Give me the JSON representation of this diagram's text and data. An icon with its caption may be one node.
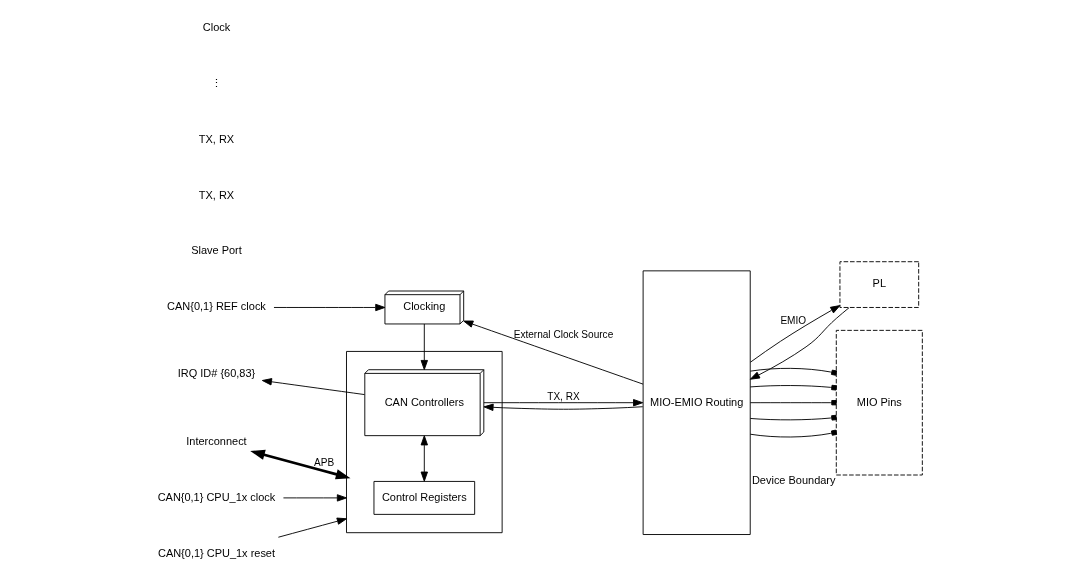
{
  "diagram": {
    "nodes": [
      {
        "text": [],
        "shape": "box"
      },
      {
        "text": [
          "CAN Controllers"
        ],
        "in": 0
      },
      {
        "text": [
          "Control Registers"
        ],
        "in": 0
      },
      {
        "text": [
          "MIO-EMIO Routing"
        ]
      },
      {
        "text": [
          "PL"
        ]
      },
      {
        "text": [
          "Clocking"
        ]
      },
      {
        "text": [
          "IRQ ID# {60,83}"
        ]
      },
      {
        "text": [
          "Interconnect"
        ]
      },
      {
        "text": [
          "CAN{0,1} CPU_1x clock"
        ]
      },
      {
        "text": [
          "CAN{0,1} CPU_1x reset"
        ]
      },
      {
        "text": [
          "CAN{0,1} REF clock"
        ]
      },
      {
        "text": [
          "MIO Pins"
        ],
        "beside": [
          "Device Boundary"
        ]
      }
    ],
    "edges": [
      {
        "from": 1,
        "to": 6,
        "arrow": "to"
      },
      {
        "from": 7,
        "to": 0,
        "arrow": "both",
        "label": "APB",
        "style": "thick"
      },
      {
        "from": 8,
        "to": 0,
        "arrow": "to"
      },
      {
        "from": 9,
        "to": 0,
        "arrow": "to"
      },
      {
        "from": 1,
        "to": 2,
        "arrow": "both"
      },
      {
        "from": 5,
        "to": 1,
        "arrow": "to"
      },
      {
        "from": 10,
        "to": 5,
        "arrow": "to"
      },
      {
        "from": 1,
        "to": 3,
        "arrow": "to",
        "label": "TX, RX"
      },
      {
        "from": 3,
        "to": 1,
        "arrow": "to"
      },
      {
        "from": 3,
        "to": 5,
        "arrow": "to",
        "label": "External Clock Source"
      },
      {
        "from": 3,
        "to": 4,
        "arrow": "to",
        "label": "EMIO"
      },
      {
        "from": 4,
        "to": 3,
        "arrow": "to"
      },
      {
        "from": 3,
        "to": 11,
        "arrow": "other"
      },
      {
        "from": 3,
        "to": 11,
        "arrow": "other"
      },
      {
        "from": 3,
        "to": 11,
        "arrow": "other"
      },
      {
        "from": 3,
        "to": 11,
        "arrow": "other"
      },
      {
        "from": 3,
        "to": 11,
        "arrow": "other"
      }
    ],
    "labels": [
      "Slave Port",
      "TX, RX",
      "TX, RX",
      "⋮",
      "Clock"
    ]
  }
}
